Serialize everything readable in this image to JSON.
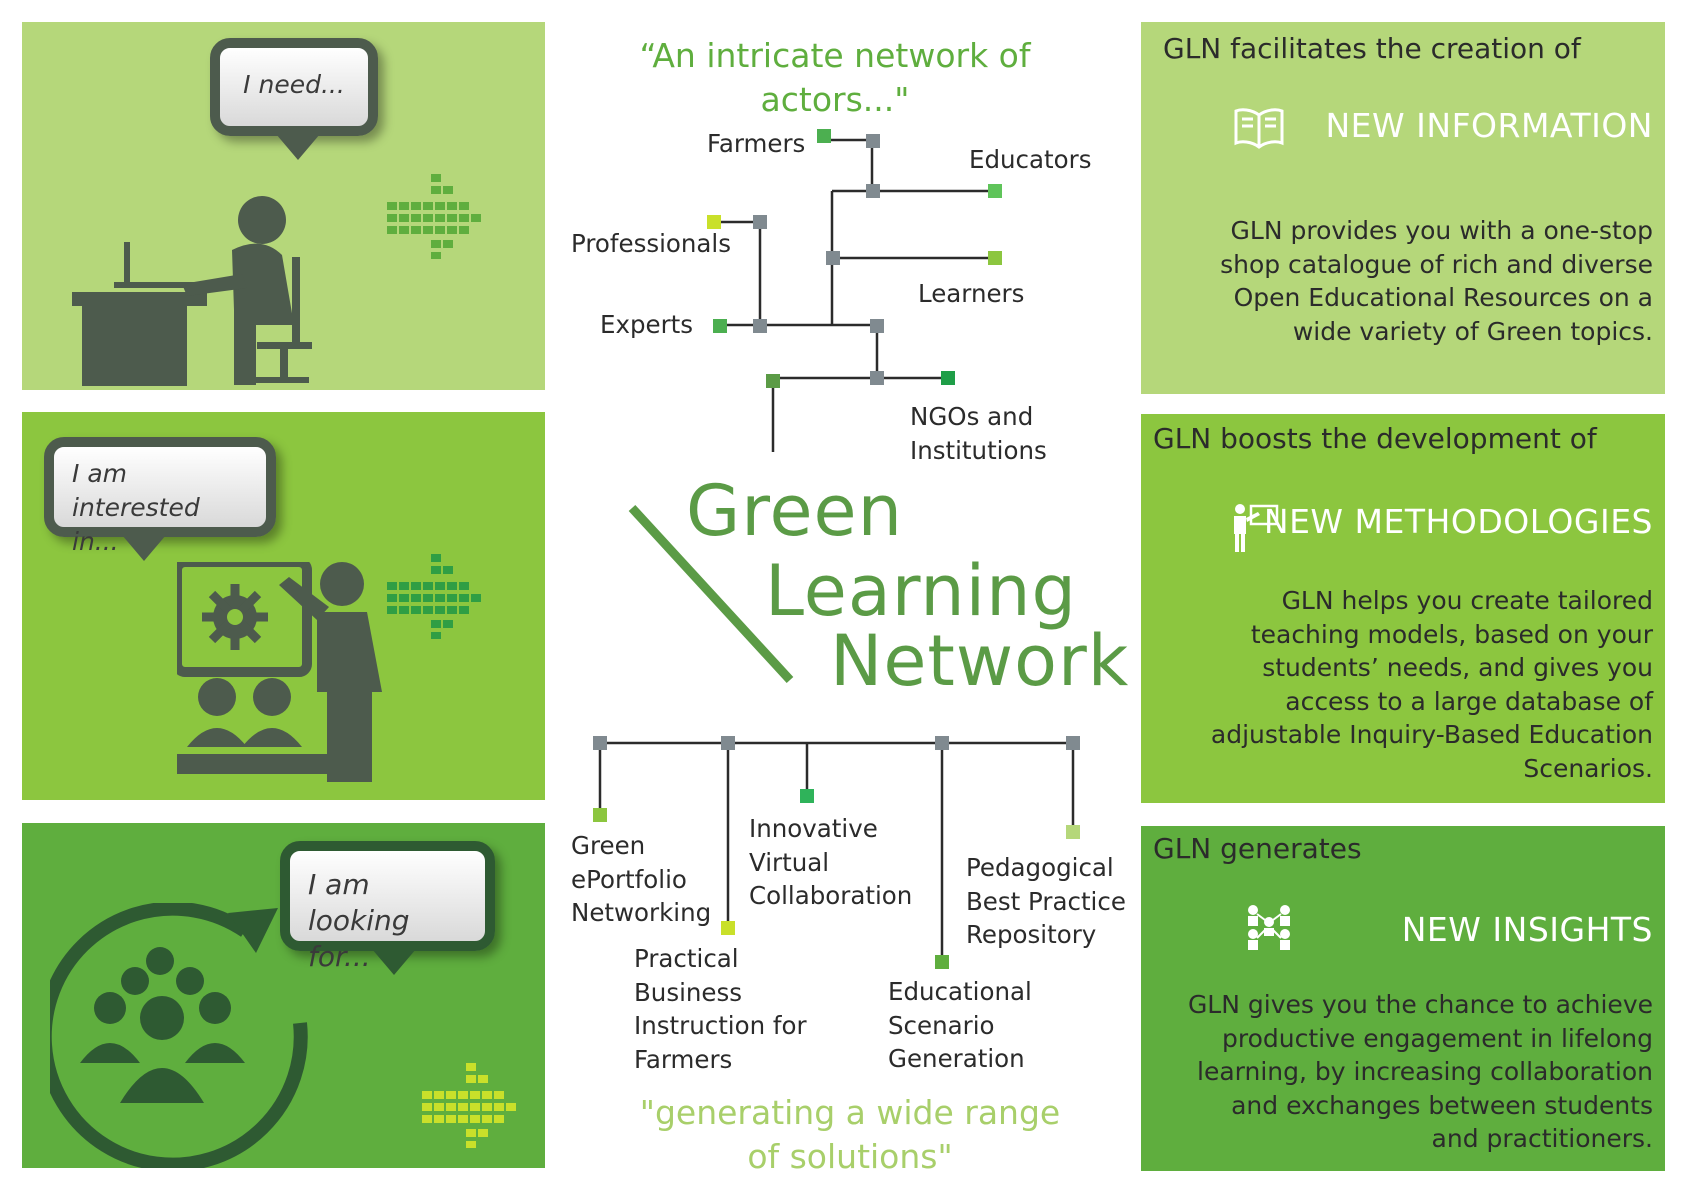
{
  "left_panels": [
    {
      "bubble_text": "I need..."
    },
    {
      "bubble_text": "I am interested in..."
    },
    {
      "bubble_text": "I am looking for..."
    }
  ],
  "center": {
    "top_quote": "“An intricate network of actors...\"",
    "actors": [
      "Farmers",
      "Educators",
      "Professionals",
      "Learners",
      "Experts",
      "NGOs and Institutions"
    ],
    "logo_words": [
      "Green",
      "Learning",
      "Network"
    ],
    "solutions": [
      "Green ePortfolio Networking",
      "Practical Business Instruction for Farmers",
      "Innovative Virtual Collaboration",
      "Educational Scenario Generation",
      "Pedagogical Best Practice Repository"
    ],
    "bottom_quote": "\"generating a wide range of solutions\""
  },
  "right_panels": [
    {
      "intro": "GLN facilitates the creation of",
      "heading": "NEW INFORMATION",
      "icon": "book-icon",
      "body": "GLN provides you with a one-stop shop catalogue of rich and diverse Open Educational Resources on a wide variety of Green topics."
    },
    {
      "intro": "GLN boosts the development of",
      "heading": "NEW METHODOLOGIES",
      "icon": "teacher-board-icon",
      "body": "GLN helps you create tailored teaching models, based on your students’ needs, and gives you access to a large database of adjustable Inquiry-Based Education Scenarios."
    },
    {
      "intro": "GLN generates",
      "heading": "NEW INSIGHTS",
      "icon": "network-people-icon",
      "body": "GLN gives you the chance to achieve productive engagement in lifelong learning, by increasing collaboration and exchanges between students and practitioners."
    }
  ],
  "colors": {
    "light_green": "#b5d77a",
    "mid_green": "#8cc63f",
    "dark_green": "#5fae3e",
    "figure_gray": "#4d5b4d",
    "logo_green": "#5b9b46",
    "quote_light": "#a8cf6a"
  }
}
